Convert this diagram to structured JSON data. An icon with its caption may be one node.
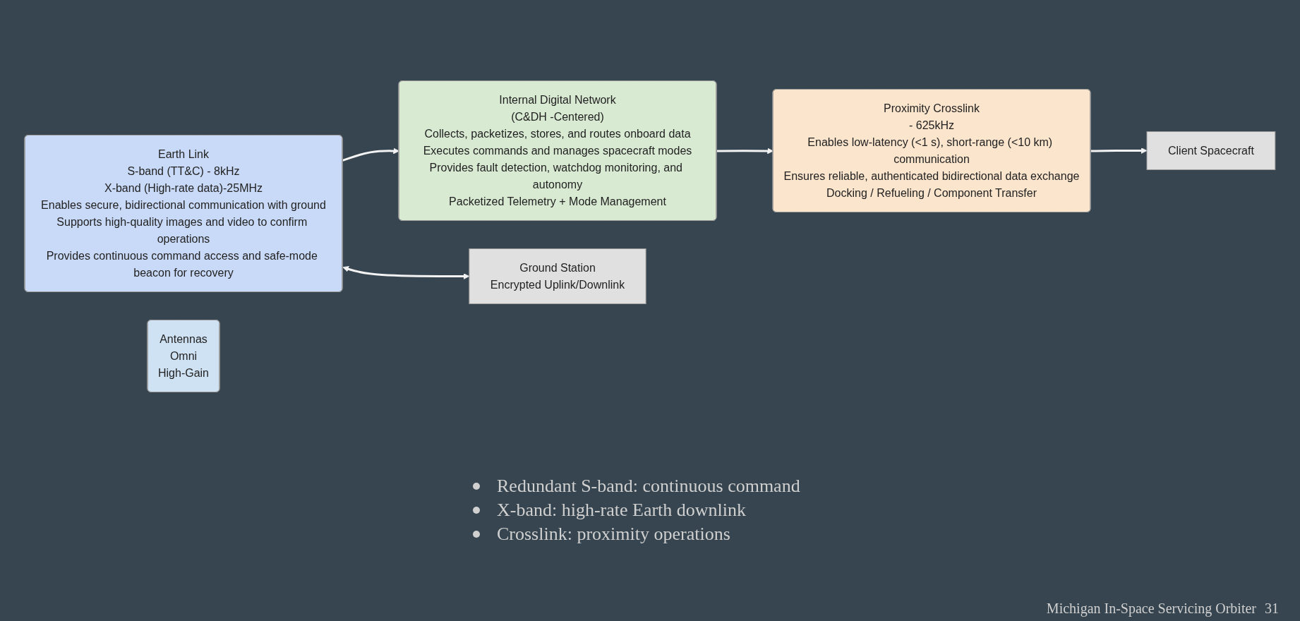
{
  "diagram": {
    "nodes": [
      {
        "text": [
          "Earth Link",
          "S-band (TT&C) - 8kHz",
          "X-band (High-rate data)-25MHz",
          "Enables secure, bidirectional communication with ground",
          "Supports high-quality images and video to confirm operations",
          "Provides continuous command access and safe-mode beacon for recovery"
        ]
      },
      {
        "text": [
          "Antennas",
          "Omni",
          "High-Gain"
        ]
      },
      {
        "text": [
          "Internal Digital Network",
          "(C&DH -Centered)",
          "Collects, packetizes, stores, and routes onboard data",
          "Executes commands and manages spacecraft modes",
          "Provides fault detection, watchdog monitoring, and autonomy",
          "Packetized Telemetry + Mode Management"
        ]
      },
      {
        "text": [
          "Proximity Crosslink",
          "- 625kHz",
          "Enables low-latency (<1 s), short-range (<10 km) communication",
          "Ensures reliable, authenticated bidirectional data exchange",
          "Docking / Refueling / Component Transfer"
        ]
      },
      {
        "text": [
          "Ground Station",
          "Encrypted Uplink/Downlink"
        ]
      },
      {
        "text": [
          "Client Spacecraft"
        ]
      }
    ],
    "edges": [
      {
        "from": 0,
        "to": 2,
        "arrow": "to"
      },
      {
        "from": 2,
        "to": 3,
        "arrow": "to"
      },
      {
        "from": 3,
        "to": 5,
        "arrow": "to"
      },
      {
        "from": 0,
        "to": 4,
        "arrow": "both"
      }
    ],
    "labels": [
      "Redundant S-band: continuous command",
      "X-band: high-rate Earth downlink",
      "Crosslink: proximity operations",
      "Michigan In-Space Servicing Orbiter",
      "31"
    ]
  }
}
